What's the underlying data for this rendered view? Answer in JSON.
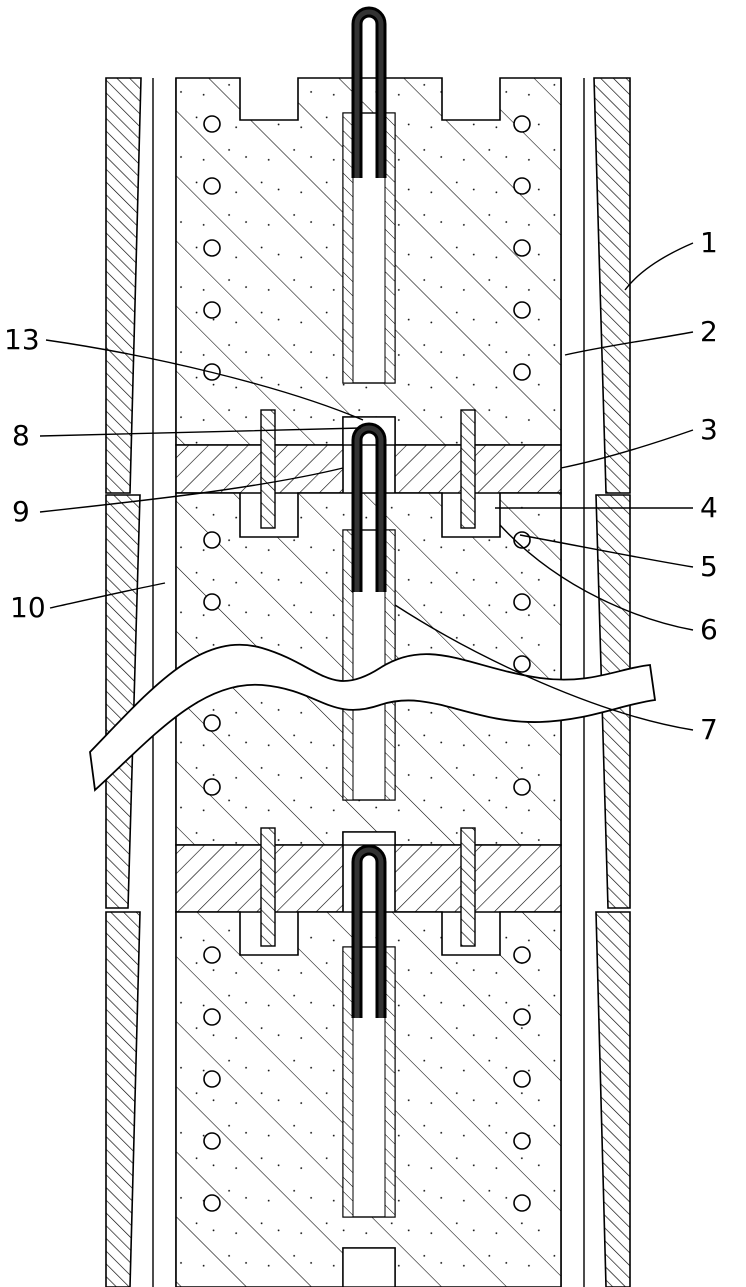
{
  "callouts": {
    "c1": "1",
    "c2": "2",
    "c3": "3",
    "c4": "4",
    "c5": "5",
    "c6": "6",
    "c7": "7",
    "c8": "8",
    "c9": "9",
    "c10": "10",
    "c13": "13"
  },
  "colors": {
    "line": "#000000",
    "background": "#ffffff"
  }
}
